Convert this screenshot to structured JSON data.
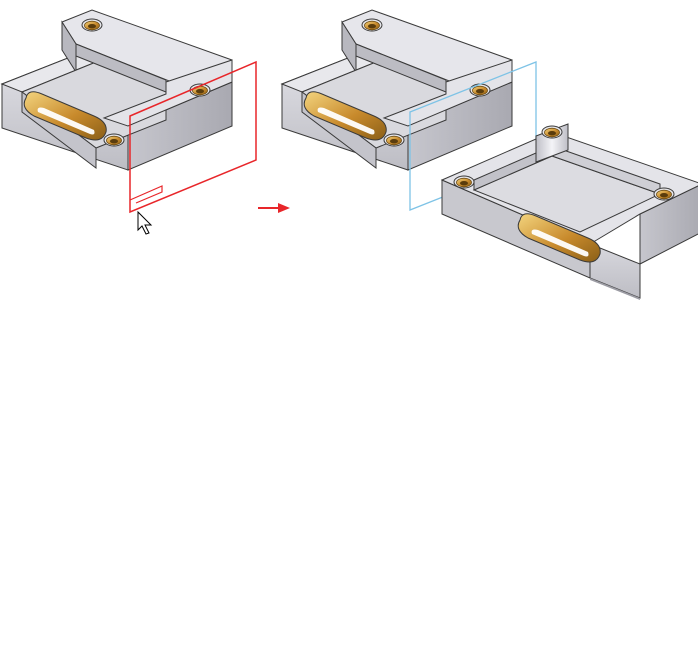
{
  "colors": {
    "top_face": "#e1e1e6",
    "side_face": "#b5b5bc",
    "front_face": "#c9c9cf",
    "edge": "#3a3a3a",
    "hole_rim": "#7a5a1c",
    "hole_gold": "#c98e2f",
    "hole_light": "#f2cf7a",
    "section_plane_active": "#e8262a",
    "section_plane_result": "#7ec3e6",
    "arrow": "#e8262a",
    "cursor_fill": "#ffffff",
    "cursor_stroke": "#000000"
  },
  "steps": [
    {
      "name": "top-row",
      "description_icon": "split-body-step"
    },
    {
      "name": "bottom-row",
      "description_icon": "remove-part-step"
    }
  ]
}
